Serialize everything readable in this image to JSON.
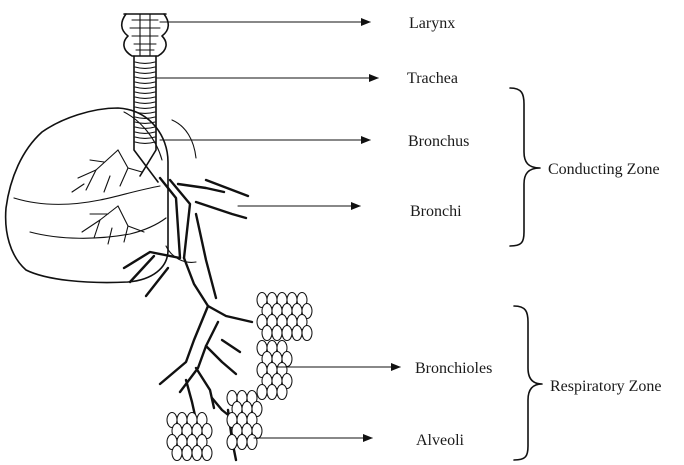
{
  "labels": {
    "larynx": "Larynx",
    "trachea": "Trachea",
    "bronchus": "Bronchus",
    "bronchi": "Bronchi",
    "bronchioles": "Bronchioles",
    "alveoli": "Alveoli"
  },
  "zones": {
    "conducting": "Conducting Zone",
    "respiratory": "Respiratory Zone"
  }
}
